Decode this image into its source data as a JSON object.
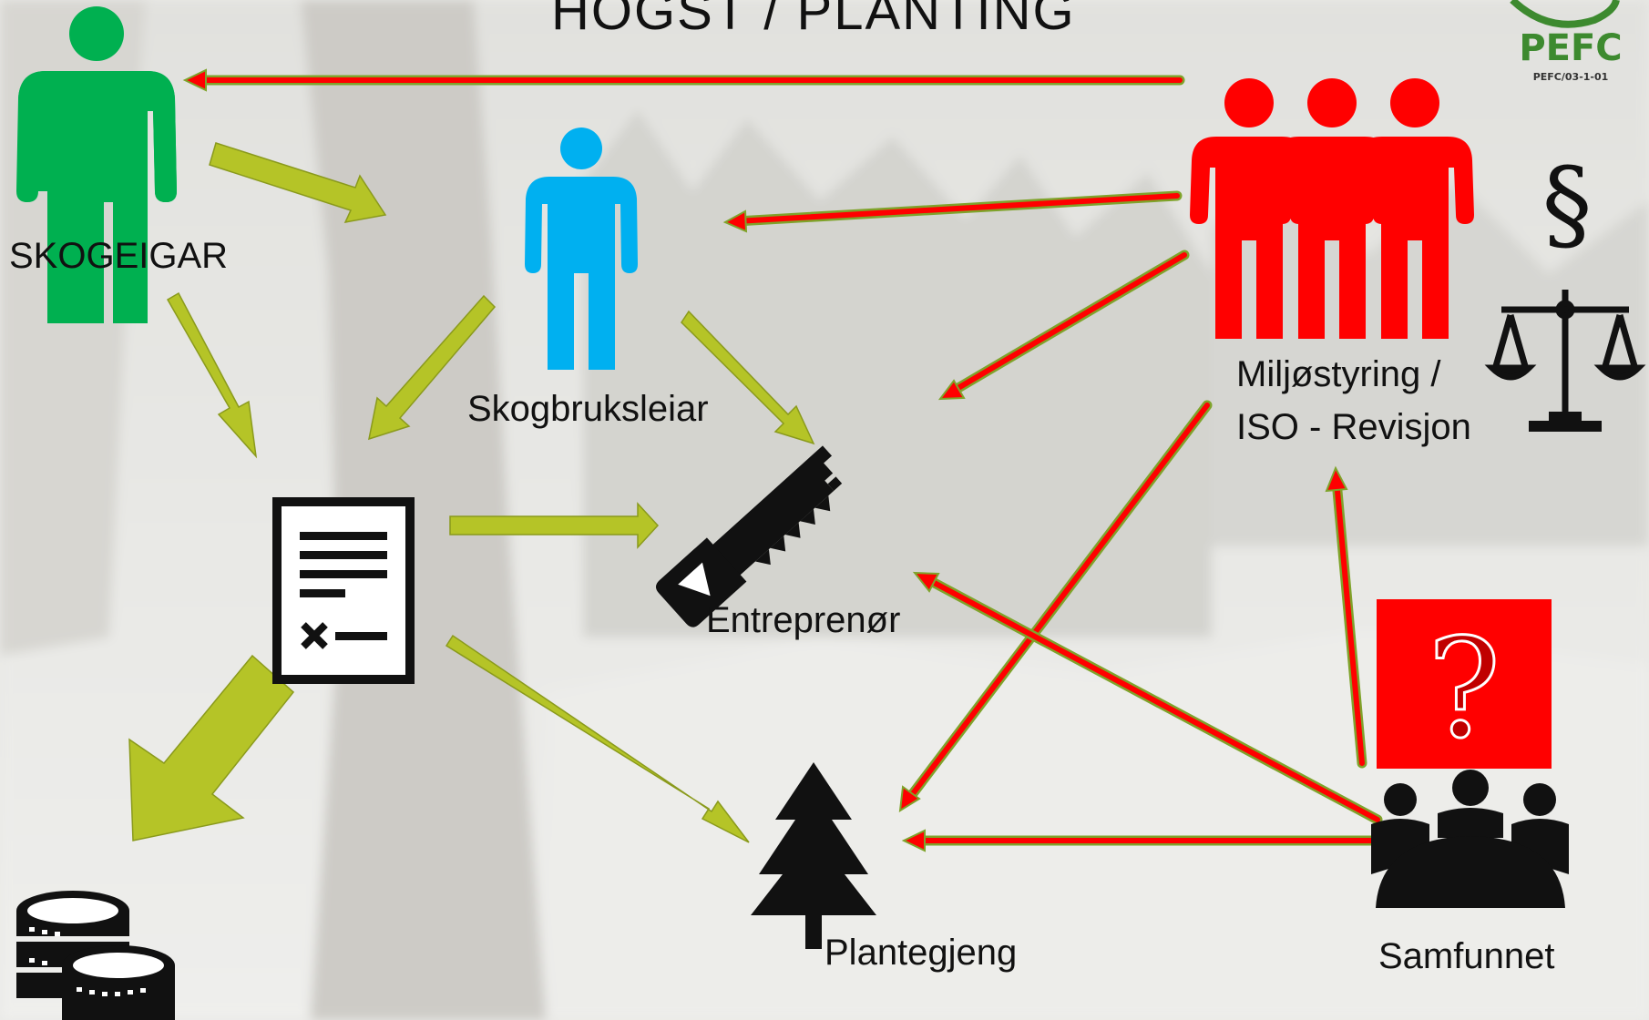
{
  "title": "HOGST / PLANTING",
  "logo": {
    "text": "PEFC",
    "code": "PEFC/03-1-01",
    "color": "#3d8a2f"
  },
  "labels": {
    "skogeigar": "SKOGEIGAR",
    "skogbruksleiar": "Skogbruksleiar",
    "entreprenor": "Entreprenør",
    "plantegjeng": "Plantegjeng",
    "samfunnet": "Samfunnet",
    "miljo_line1": "Miljøstyring /",
    "miljo_line2": "ISO - Revisjon"
  },
  "symbols": {
    "section": "§",
    "question": "?"
  },
  "colors": {
    "owner": "#00b050",
    "manager": "#00b0f0",
    "auditors": "#ff0000",
    "flow_arrow": "#b5c427",
    "control_arrow": "#ff0000",
    "control_outline": "#7fa32b"
  },
  "icons": {
    "owner": "person-icon",
    "manager": "person-icon",
    "auditors": "group-icon",
    "contract": "document-icon",
    "contractor": "saw-icon",
    "planters": "tree-icon",
    "society": "meeting-icon",
    "law": "scales-icon",
    "money": "coins-icon",
    "question": "question-icon"
  }
}
